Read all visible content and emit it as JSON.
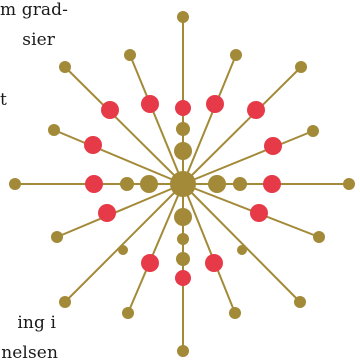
{
  "text": {
    "line1": "m grad-",
    "line2": "sier",
    "line3": "t",
    "line4": "ing i",
    "line5": "nelsen"
  },
  "colors": {
    "gold": "#a38a38",
    "red": "#e63a48"
  }
}
